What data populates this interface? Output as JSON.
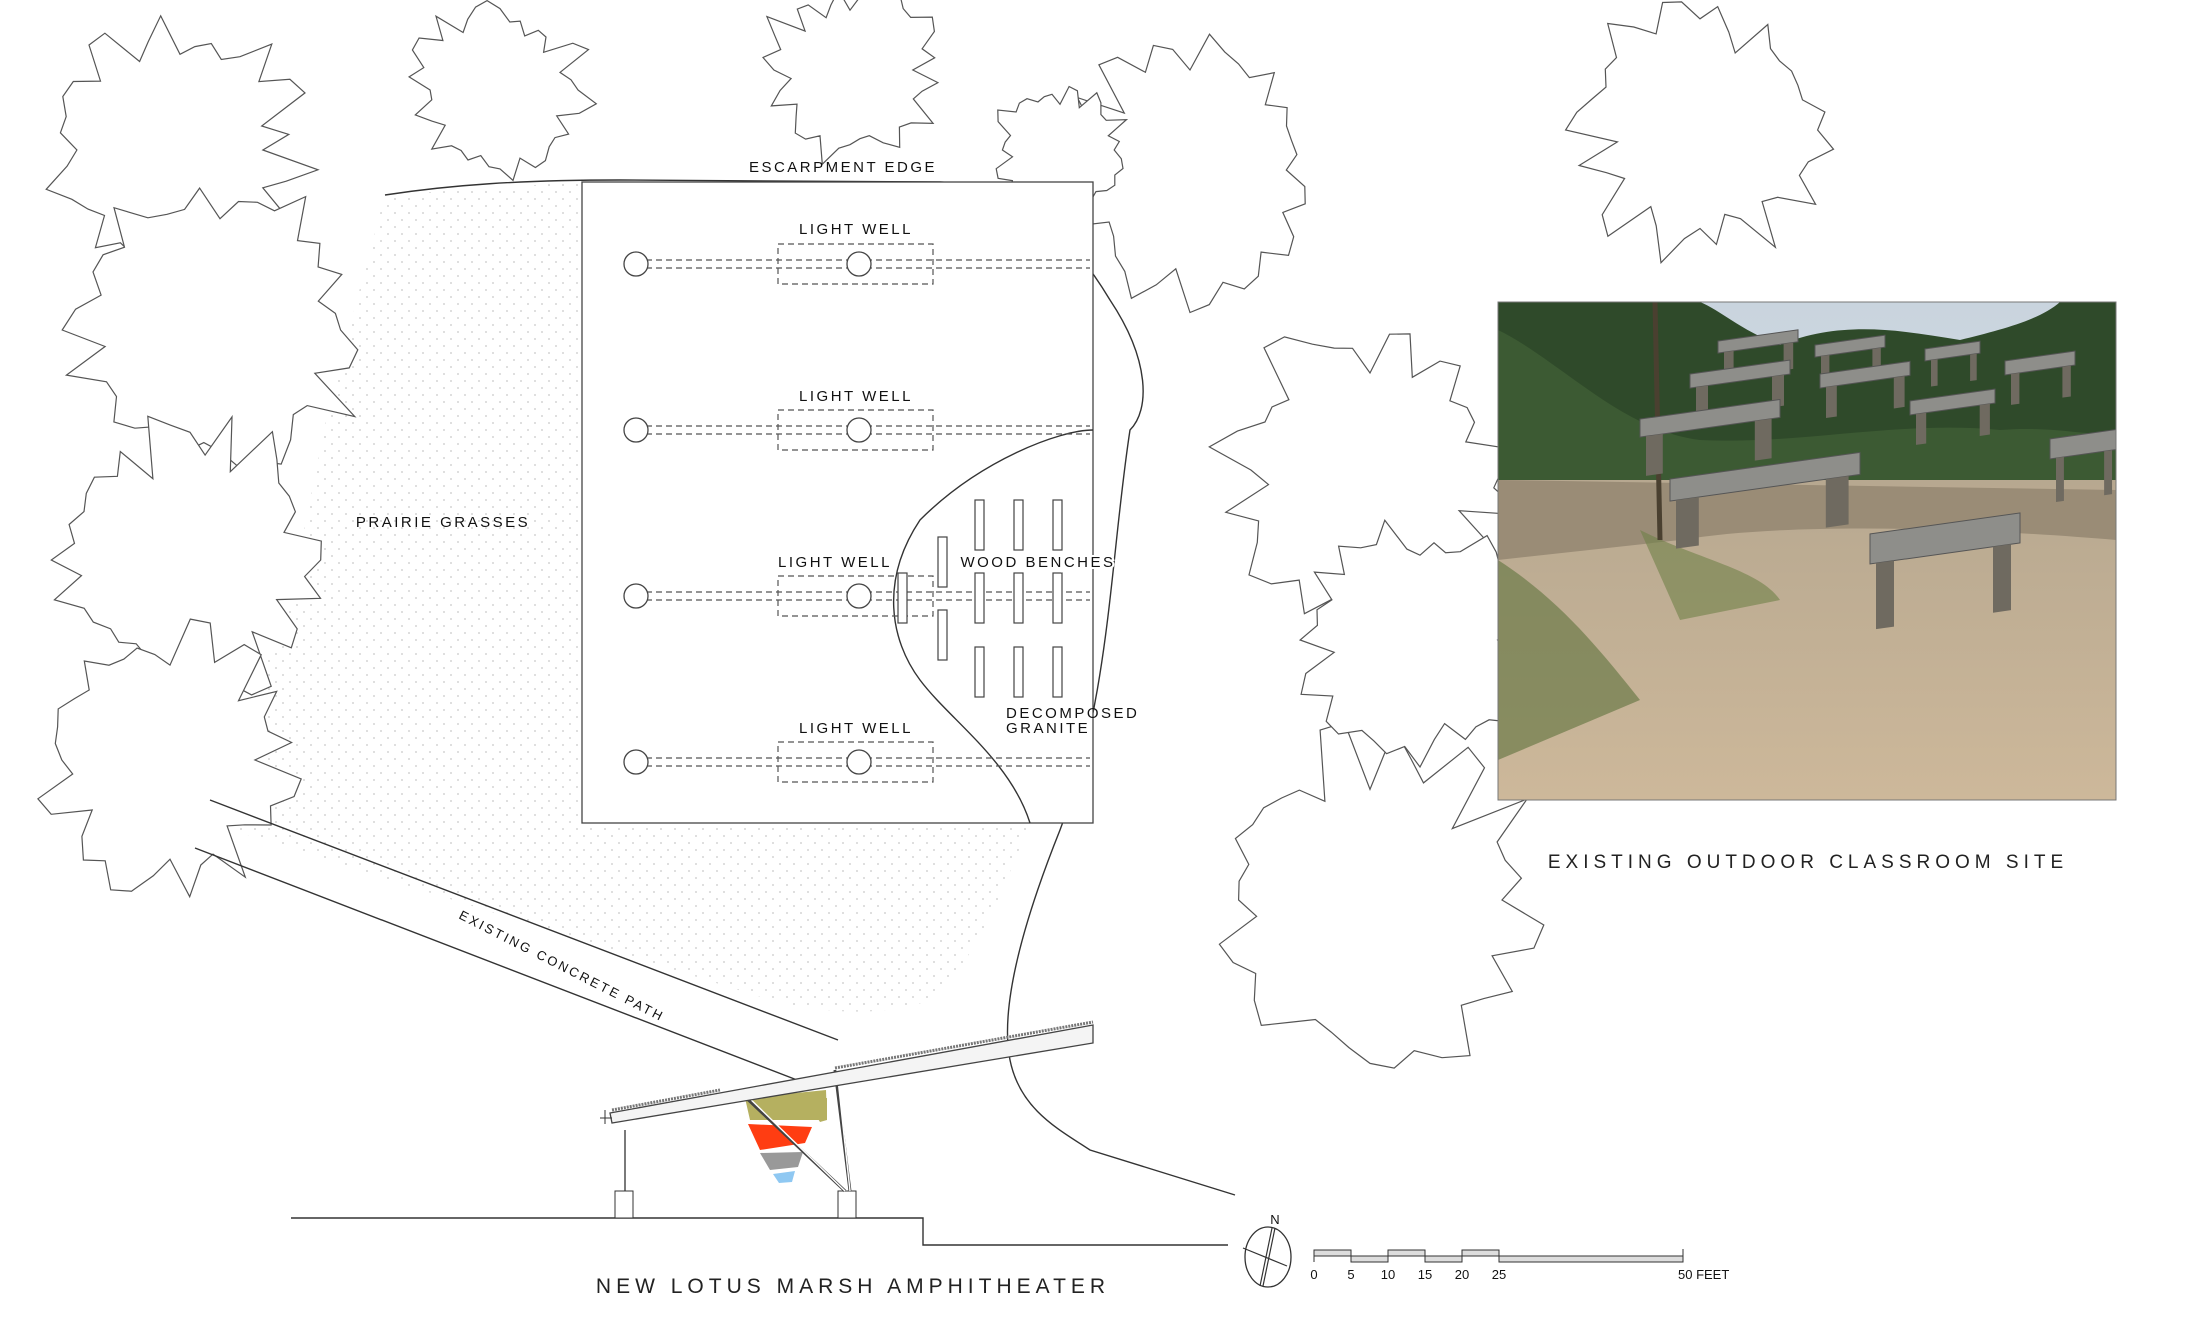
{
  "plan": {
    "escarpment_label": "ESCARPMENT EDGE",
    "prairie_label": "PRAIRIE GRASSES",
    "light_wells": [
      "LIGHT WELL",
      "LIGHT WELL",
      "LIGHT WELL",
      "LIGHT WELL"
    ],
    "benches_label": "WOOD BENCHES",
    "granite_label_1": "DECOMPOSED",
    "granite_label_2": "GRANITE",
    "path_label": "EXISTING CONCRETE PATH"
  },
  "photo": {
    "caption": "EXISTING OUTDOOR CLASSROOM SITE"
  },
  "section": {
    "title": "NEW LOTUS MARSH AMPHITHEATER",
    "colors": {
      "olive": "#b5b060",
      "red": "#ff3d12",
      "grey": "#999999",
      "blue": "#8fc8f2"
    }
  },
  "north_arrow": {
    "label": "N"
  },
  "scale_bar": {
    "ticks": [
      "0",
      "5",
      "10",
      "15",
      "20",
      "25"
    ],
    "end_label": "50 FEET"
  }
}
